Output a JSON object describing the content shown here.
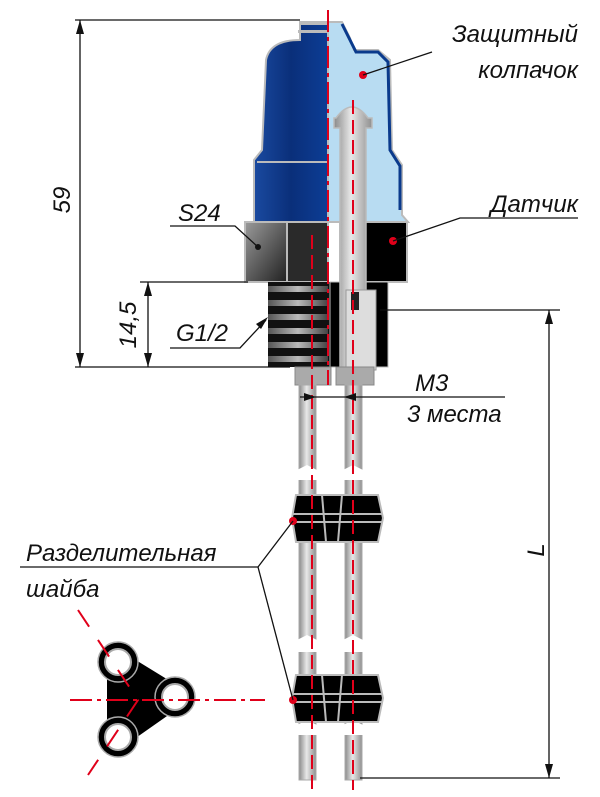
{
  "labels": {
    "cap_line1": "Защитный",
    "cap_line2": "колпачок",
    "sensor": "Датчик",
    "hex": "S24",
    "thread": "G1/2",
    "screw_line1": "M3",
    "screw_line2": "3 места",
    "separator_line1": "Разделительная",
    "separator_line2": "шайба"
  },
  "dimensions": {
    "total_height": "59",
    "thread_length": "14,5",
    "length": "L"
  },
  "colors": {
    "cap_blue": "#0a3a8c",
    "cap_cut": "#b8dcf2",
    "centerline": "#e0001a",
    "metal": "#b5b5b5",
    "black": "#000000"
  }
}
